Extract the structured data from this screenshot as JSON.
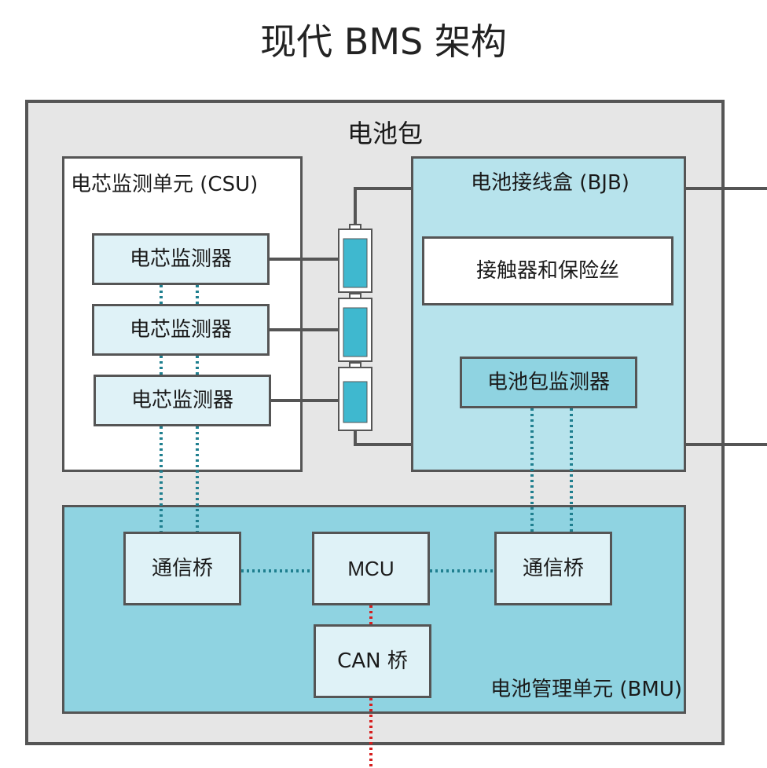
{
  "title": "现代 BMS 架构",
  "pack_label": "电池包",
  "csu": {
    "label": "电芯监测单元 (CSU)",
    "monitors": [
      "电芯监测器",
      "电芯监测器",
      "电芯监测器"
    ]
  },
  "bjb": {
    "label": "电池接线盒 (BJB)",
    "contactor_label": "接触器和保险丝",
    "pack_monitor_label": "电池包监测器"
  },
  "bmu": {
    "label": "电池管理单元 (BMU)",
    "bridge_left": "通信桥",
    "mcu": "MCU",
    "bridge_right": "通信桥",
    "can_bridge": "CAN 桥"
  },
  "colors": {
    "pack_bg": "#e6e6e6",
    "bjb_bg": "#b7e3ec",
    "bmu_bg": "#8fd3e1",
    "node_bg": "#dff2f7",
    "cell_fill": "#3fb8cf",
    "comm_link": "#1f7f8f",
    "can_link": "#d61f1f"
  }
}
